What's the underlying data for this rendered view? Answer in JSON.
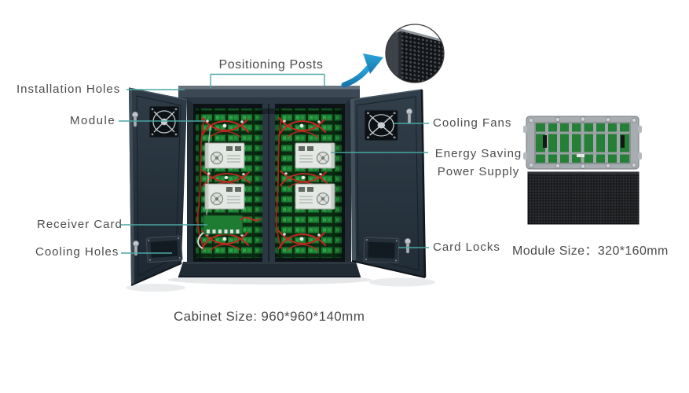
{
  "figure": {
    "callouts": {
      "positioning_posts": "Positioning Posts",
      "installation_holes": "Installation Holes",
      "module": "Module",
      "cooling_fans": "Cooling Fans",
      "energy_saving_power_supply": {
        "line1": "Energy Saving",
        "line2": "Power Supply"
      },
      "receiver_card": "Receiver Card",
      "cooling_holes": "Cooling Holes",
      "card_locks": "Card Locks"
    },
    "captions": {
      "cabinet_size": "Cabinet Size: 960*960*140mm",
      "module_size": "Module Size：320*160mm"
    },
    "icons": {
      "zoom_arrow": "curved-zoom-arrow-icon",
      "corner_inset": "led-corner-closeup"
    },
    "colors": {
      "callout_text": "#4b4b4b",
      "leader_line_teal": "#4aa6a2",
      "zoom_arrow_blue": "#1d8ac2",
      "cabinet_dark": "#2b3843",
      "door_dark": "#26313b",
      "pcb_green": "#1b7c31",
      "wire_red": "#c32a1e",
      "power_supply_gray": "#e4e8e4",
      "module_frame_gray": "#a6acb0",
      "led_face_black": "#1a1b1d"
    }
  }
}
